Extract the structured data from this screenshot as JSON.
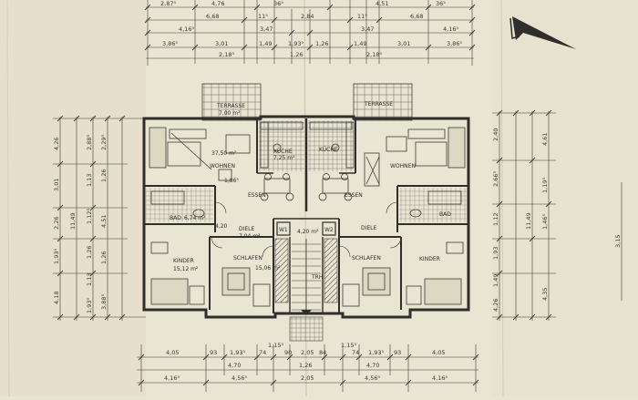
{
  "title": "",
  "colors": {
    "paper": "#e9e5d3",
    "paper_shade": "#d9d4bd",
    "ink": "#3c3b36",
    "ink_light": "#6b6a62",
    "fold": "#cfc9b0"
  },
  "rooms": {
    "terrasse_left": "TERRASSE",
    "terrasse_left_area": "7,00 m²",
    "terrasse_right": "TERRASSE",
    "wohnen_left_area": "37,50 m²",
    "wohnen_left": "WOHNEN",
    "wohnen_right": "WOHNEN",
    "kueche_left": "KÜCHE",
    "kueche_left_area": "7,25 m²",
    "kueche_right": "KÜCHE",
    "essen_left": "ESSEN",
    "essen_right": "ESSEN",
    "bad_left": "BAD",
    "bad_left_area": "6,74 m²",
    "bad_right": "BAD",
    "diele_left": "DIELE",
    "diele_left_area": "7,04 m²",
    "diele_right": "DIELE",
    "wc_left": "W1",
    "wc_right": "W2",
    "stair_area": "4,20 m²",
    "kinder_left": "KINDER",
    "kinder_left_area": "15,12 m²",
    "kinder_right": "KINDER",
    "schlafen_left": "SCHLAFEN",
    "schlafen_left_area": "15,06 m²",
    "schlafen_right": "SCHLAFEN",
    "trh": "TRH",
    "misc_small": "1,86⁵",
    "misc_small2": "4,20"
  },
  "dims": {
    "top_row1": [
      "2,87⁵",
      "4,76",
      "36⁵",
      "4,51",
      "36⁵"
    ],
    "top_row2": [
      "6,68",
      "11⁵",
      "2,84",
      "11⁵",
      "6,68"
    ],
    "top_row3": [
      "4,16⁵",
      "3,47",
      "3,47",
      "4,16⁵"
    ],
    "top_row4": [
      "3,86⁵",
      "3,01",
      "1,49",
      "1,93⁵",
      "1,26",
      "1,49",
      "3,01",
      "3,86⁵"
    ],
    "top_row5": [
      "2,18⁵",
      "1,26",
      "2,18⁵"
    ],
    "bottom_row1": [
      "4,05",
      "93",
      "1,93⁵",
      "74",
      "1,15⁵",
      "90",
      "2,05",
      "84",
      "1,15⁵",
      "74",
      "1,93⁵",
      "93",
      "4,05"
    ],
    "bottom_row2": [
      "4,70",
      "1,26",
      "4,70"
    ],
    "bottom_row3": [
      "4,16⁵",
      "4,56⁵",
      "2,05",
      "4,56⁵",
      "4,16⁵"
    ],
    "left_col1": [
      "4,26",
      "3,01",
      "2,26",
      "1,93⁵",
      "4,18"
    ],
    "left_col2": [
      "11,49"
    ],
    "left_col3": [
      "2,88⁵",
      "1,13",
      "1,12⁵",
      "1,26",
      "1,13",
      "1,93⁵"
    ],
    "left_col4": [
      "2,29⁵",
      "1,26",
      "4,51",
      "1,26",
      "3,88⁵"
    ],
    "right_col1": [
      "2,40",
      "2,66⁵",
      "1,12",
      "1,93",
      "1,49",
      "4,26"
    ],
    "right_col2": [
      "11,49"
    ],
    "right_col3": [
      "4,61",
      "1,19⁵",
      "1,46⁵",
      "4,35"
    ],
    "right_far": [
      "3,15"
    ]
  }
}
